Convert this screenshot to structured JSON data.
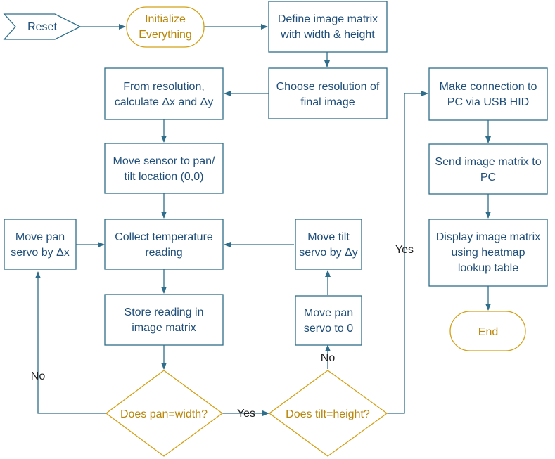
{
  "nodes": {
    "reset": "Reset",
    "initialize": [
      "Initialize",
      "Everything"
    ],
    "define_matrix": [
      "Define image matrix",
      "with width & height"
    ],
    "choose_resolution": [
      "Choose resolution of",
      "final image"
    ],
    "calculate": [
      "From resolution,",
      "calculate Δx and Δy"
    ],
    "move_sensor": [
      "Move sensor to pan/",
      "tilt location (0,0)"
    ],
    "collect": [
      "Collect temperature",
      "reading"
    ],
    "move_pan_dx": [
      "Move pan",
      "servo by Δx"
    ],
    "move_tilt_dy": [
      "Move tilt",
      "servo by Δy"
    ],
    "store": [
      "Store reading in",
      "image matrix"
    ],
    "move_pan_zero": [
      "Move pan",
      "servo to 0"
    ],
    "pan_width": "Does pan=width?",
    "tilt_height": "Does tilt=height?",
    "connect": [
      "Make connection to",
      "PC via USB HID"
    ],
    "send": [
      "Send image matrix to",
      "PC"
    ],
    "display": [
      "Display image matrix",
      "using heatmap",
      "lookup table"
    ],
    "end": "End"
  },
  "edge_labels": {
    "no_pan": "No",
    "yes_pan": "Yes",
    "no_tilt": "No",
    "yes_tilt": "Yes"
  }
}
